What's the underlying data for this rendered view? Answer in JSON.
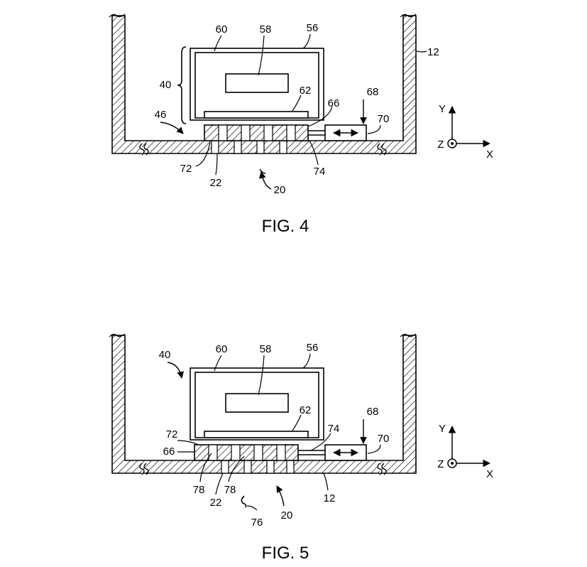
{
  "figures": [
    {
      "caption": "FIG. 4",
      "labels": {
        "housing": "12",
        "shield": "20",
        "vent": "22",
        "assembly": "40",
        "arrow_46": "46",
        "enclosure": "56",
        "component": "58",
        "cavity": "60",
        "board": "62",
        "plate": "66",
        "actuator_ref": "68",
        "actuator": "70",
        "openings": "72",
        "link": "74"
      },
      "axes": {
        "y": "Y",
        "z": "Z",
        "x": "X"
      }
    },
    {
      "caption": "FIG. 5",
      "labels": {
        "assembly": "40",
        "cavity": "60",
        "component": "58",
        "enclosure": "56",
        "board": "62",
        "actuator_ref": "68",
        "actuator": "70",
        "openings": "72",
        "link": "74",
        "plate": "66",
        "channel_a": "78",
        "channel_b": "78",
        "vent": "22",
        "housing": "12",
        "airflow": "76",
        "shield": "20"
      },
      "axes": {
        "y": "Y",
        "z": "Z",
        "x": "X"
      }
    }
  ]
}
